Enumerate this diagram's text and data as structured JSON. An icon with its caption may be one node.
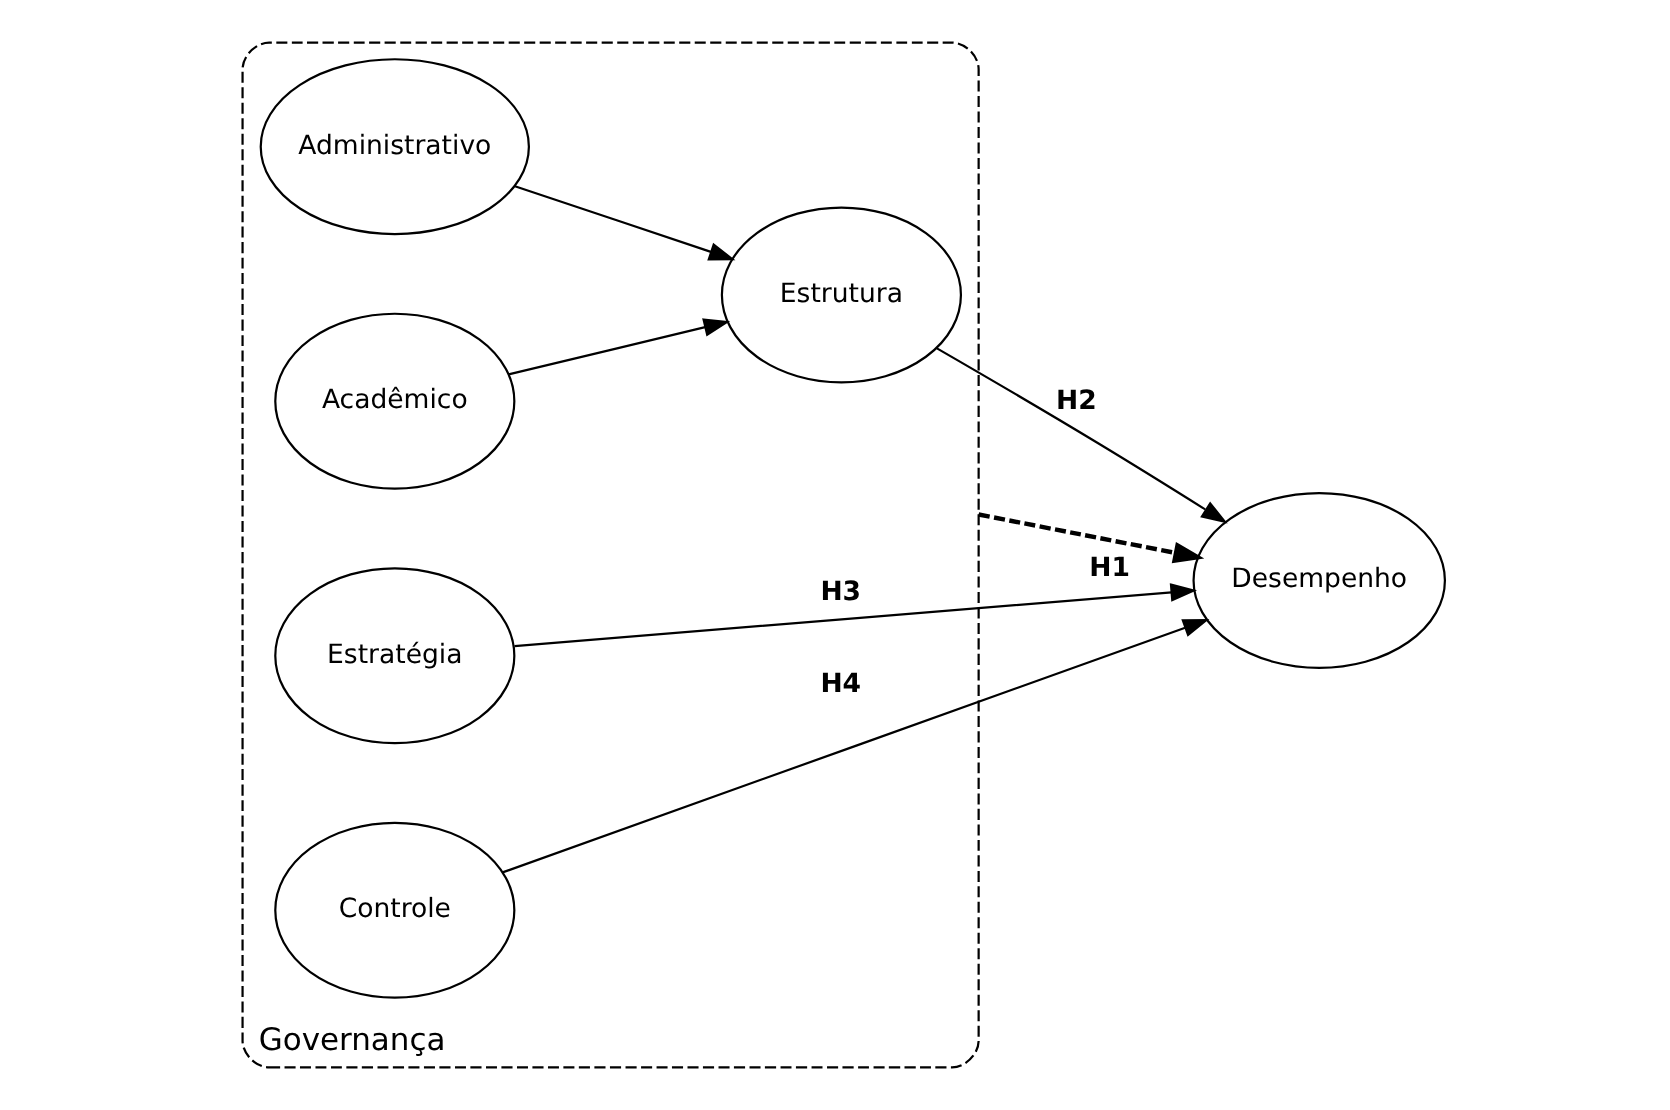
{
  "diagram": {
    "nodes": [
      {
        "text": [
          "Governança"
        ]
      },
      {
        "text": [
          "Acadêmico"
        ],
        "in": 0
      },
      {
        "text": [
          "Administrativo"
        ],
        "in": 0
      },
      {
        "text": [
          "Estrutura"
        ],
        "in": 0
      },
      {
        "text": [
          "Estratégia"
        ],
        "in": 0
      },
      {
        "text": [
          "Controle"
        ],
        "in": 0
      },
      {
        "text": [
          "Desempenho"
        ]
      }
    ],
    "edges": [
      {
        "from": 1,
        "to": 3,
        "arrow": "to"
      },
      {
        "from": 2,
        "to": 3,
        "arrow": "to"
      },
      {
        "from": 0,
        "to": 6,
        "arrow": "to",
        "label": "H1",
        "style": "dashed"
      },
      {
        "from": 3,
        "to": 6,
        "arrow": "to",
        "label": "H2"
      },
      {
        "from": 4,
        "to": 6,
        "arrow": "to",
        "label": "H3"
      },
      {
        "from": 5,
        "to": 6,
        "arrow": "to",
        "label": "H4"
      }
    ]
  }
}
